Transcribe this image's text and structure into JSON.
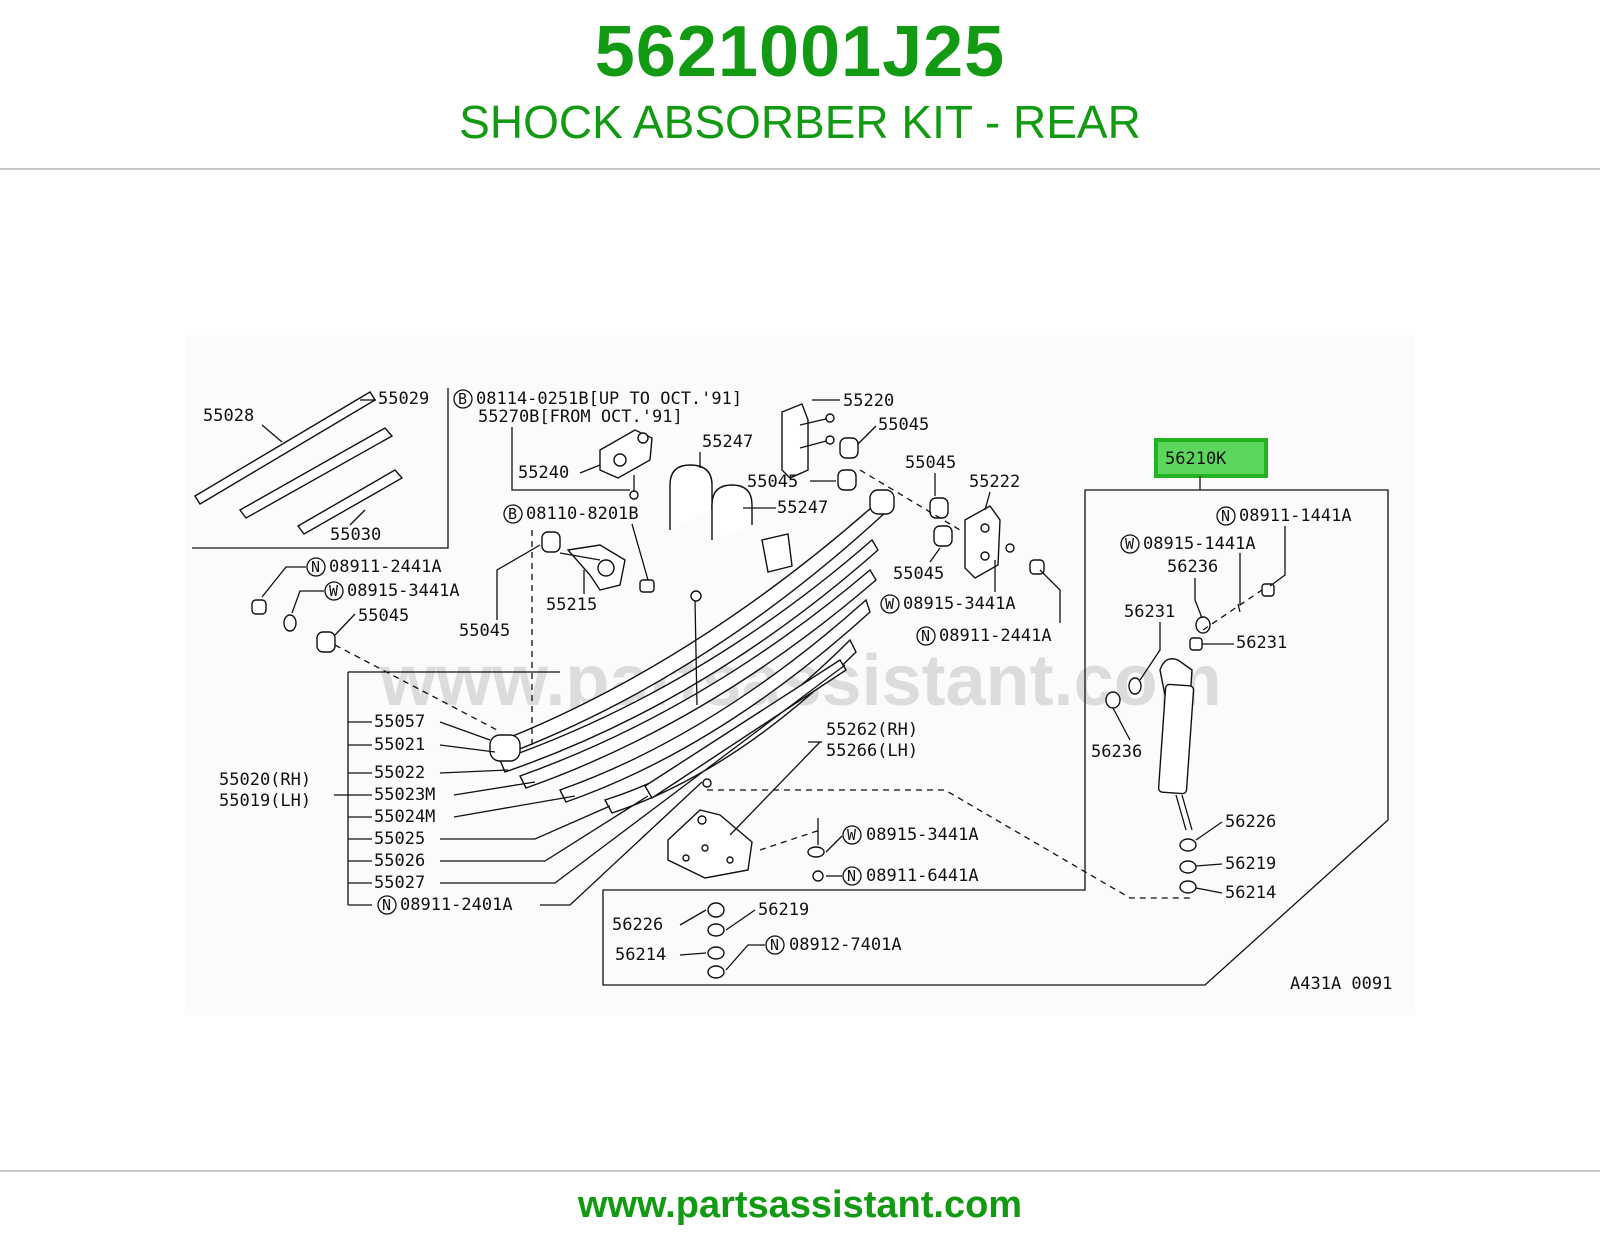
{
  "header": {
    "part_number": "5621001J25",
    "part_name": "SHOCK ABSORBER KIT - REAR"
  },
  "watermark": "www.partsassistant.com",
  "footer": {
    "url": "www.partsassistant.com"
  },
  "highlight": {
    "label": "56210K",
    "color": "#5cd65c"
  },
  "diagram_code": "A431A 0091",
  "labels": {
    "l55028": "55028",
    "l55029": "55029",
    "l55030": "55030",
    "lB08114": "08114-0251B[UP TO OCT.'91]",
    "l55270": "55270B[FROM OCT.'91]",
    "l55240": "55240",
    "l55247a": "55247",
    "l55247b": "55247",
    "l55220": "55220",
    "l55045a": "55045",
    "l55045b": "55045",
    "l55045c": "55045",
    "l55045d": "55045",
    "l55045e": "55045",
    "l55045f": "55045",
    "l55222": "55222",
    "lB08110": "08110-8201B",
    "l55215": "55215",
    "lN08911_2441A_l": "08911-2441A",
    "lW08915_3441A_l": "08915-3441A",
    "lW08915_3441A_r": "08915-3441A",
    "lN08911_2441A_r": "08911-2441A",
    "l55057": "55057",
    "l55021": "55021",
    "l55022": "55022",
    "l55023M": "55023M",
    "l55024M": "55024M",
    "l55025": "55025",
    "l55026": "55026",
    "l55027": "55027",
    "lN08911_2401A": "08911-2401A",
    "l55020": "55020(RH)",
    "l55019": "55019(LH)",
    "l55262": "55262(RH)",
    "l55266": "55266(LH)",
    "lW08915_3441A_m": "08915-3441A",
    "lN08911_6441A": "08911-6441A",
    "l56226a": "56226",
    "l56219a": "56219",
    "l56214a": "56214",
    "lN08912_7401A": "08912-7401A",
    "lN08911_1441A": "08911-1441A",
    "lW08915_1441A": "08915-1441A",
    "l56236a": "56236",
    "l56231a": "56231",
    "l56231b": "56231",
    "l56236b": "56236",
    "l56226b": "56226",
    "l56219b": "56219",
    "l56214b": "56214"
  },
  "symbols": {
    "bolt": "B",
    "nut": "N",
    "washer": "W"
  }
}
